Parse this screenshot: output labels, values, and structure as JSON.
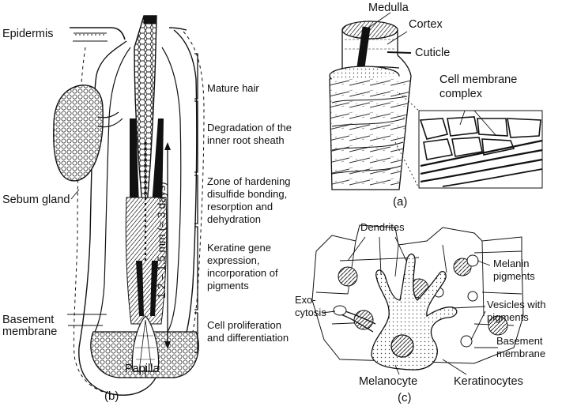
{
  "panel_b": {
    "caption": "(b)",
    "labels": {
      "epidermis": "Epidermis",
      "sebum_gland": "Sebum gland",
      "basement_membrane_line1": "Basement",
      "basement_membrane_line2": "membrane",
      "papilla": "Papilla",
      "scale": "1.2 – 1.5 mm (≈ 3 days)"
    },
    "zones": [
      {
        "lines": [
          "Mature hair"
        ]
      },
      {
        "lines": [
          "Degradation of the",
          "inner root sheath"
        ]
      },
      {
        "lines": [
          "Zone of hardening",
          "disulfide bonding,",
          "resorption and",
          "dehydration"
        ]
      },
      {
        "lines": [
          "Keratine gene",
          "expression,",
          "incorporation of",
          "pigments"
        ]
      },
      {
        "lines": [
          "Cell proliferation",
          "and differentiation"
        ]
      }
    ]
  },
  "panel_a": {
    "caption": "(a)",
    "labels": {
      "medulla": "Medulla",
      "cortex": "Cortex",
      "cuticle": "Cuticle",
      "cmc_line1": "Cell membrane",
      "cmc_line2": "complex"
    }
  },
  "panel_c": {
    "caption": "(c)",
    "labels": {
      "dendrites": "Dendrites",
      "melanin_line1": "Melanin",
      "melanin_line2": "pigments",
      "exocytosis_line1": "Exo-",
      "exocytosis_line2": "cytosis",
      "vesicles_line1": "Vesicles with",
      "vesicles_line2": "pigments",
      "basement_line1": "Basement",
      "basement_line2": "membrane",
      "melanocyte": "Melanocyte",
      "keratinocytes": "Keratinocytes"
    }
  }
}
